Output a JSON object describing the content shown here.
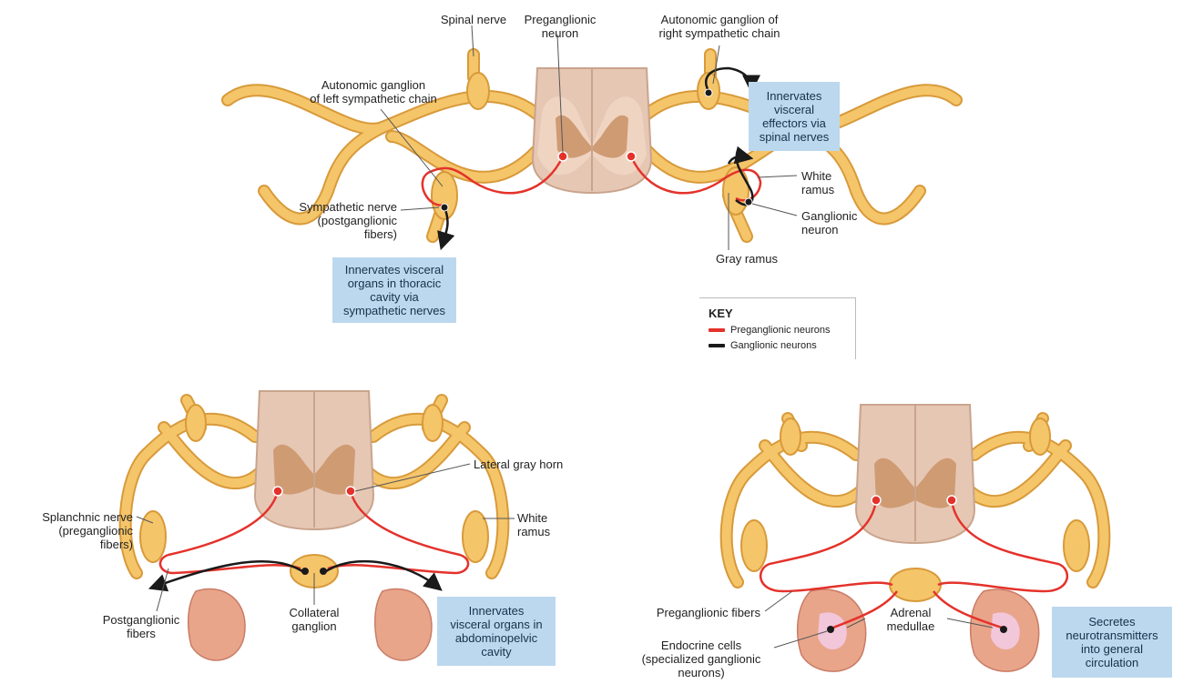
{
  "colors": {
    "preganglionic": "#e4322b",
    "ganglionic": "#1a1a1a",
    "nerve_fill": "#f5c56a",
    "nerve_edge": "#d89a3a",
    "cord_fill": "#f0d4c2",
    "gray_matter": "#cf9b73",
    "callout_bg": "#bcd8ee",
    "organ_fill": "#e8a58a",
    "medulla_fill": "#f2c7da"
  },
  "top_panel": {
    "spinal_nerve": "Spinal nerve",
    "preganglionic_neuron": "Preganglionic\nneuron",
    "right_chain_ganglion": "Autonomic ganglion of\nright sympathetic chain",
    "left_chain_ganglion": "Autonomic ganglion\nof left sympathetic chain",
    "callout_spinal": "Innervates\nvisceral\neffectors via\nspinal nerves",
    "white_ramus": "White\nramus",
    "ganglionic_neuron": "Ganglionic\nneuron",
    "gray_ramus": "Gray ramus",
    "sympathetic_nerve": "Sympathetic nerve\n(postganglionic\nfibers)",
    "callout_thoracic": "Innervates visceral\norgans in thoracic\ncavity via\nsympathetic nerves"
  },
  "key": {
    "title": "KEY",
    "preganglionic": "Preganglionic neurons",
    "ganglionic": "Ganglionic neurons"
  },
  "bottom_left": {
    "lateral_gray_horn": "Lateral gray horn",
    "splanchnic_nerve": "Splanchnic nerve\n(preganglionic\nfibers)",
    "white_ramus": "White\nramus",
    "postganglionic_fibers": "Postganglionic\nfibers",
    "collateral_ganglion": "Collateral\nganglion",
    "callout_abdominal": "Innervates\nvisceral organs in\nabdominopelvic\ncavity"
  },
  "bottom_right": {
    "preganglionic_fibers": "Preganglionic fibers",
    "adrenal_medullae": "Adrenal\nmedullae",
    "endocrine_cells": "Endocrine cells\n(specialized ganglionic\nneurons)",
    "callout_circulation": "Secretes\nneurotransmitters\ninto general\ncirculation"
  }
}
